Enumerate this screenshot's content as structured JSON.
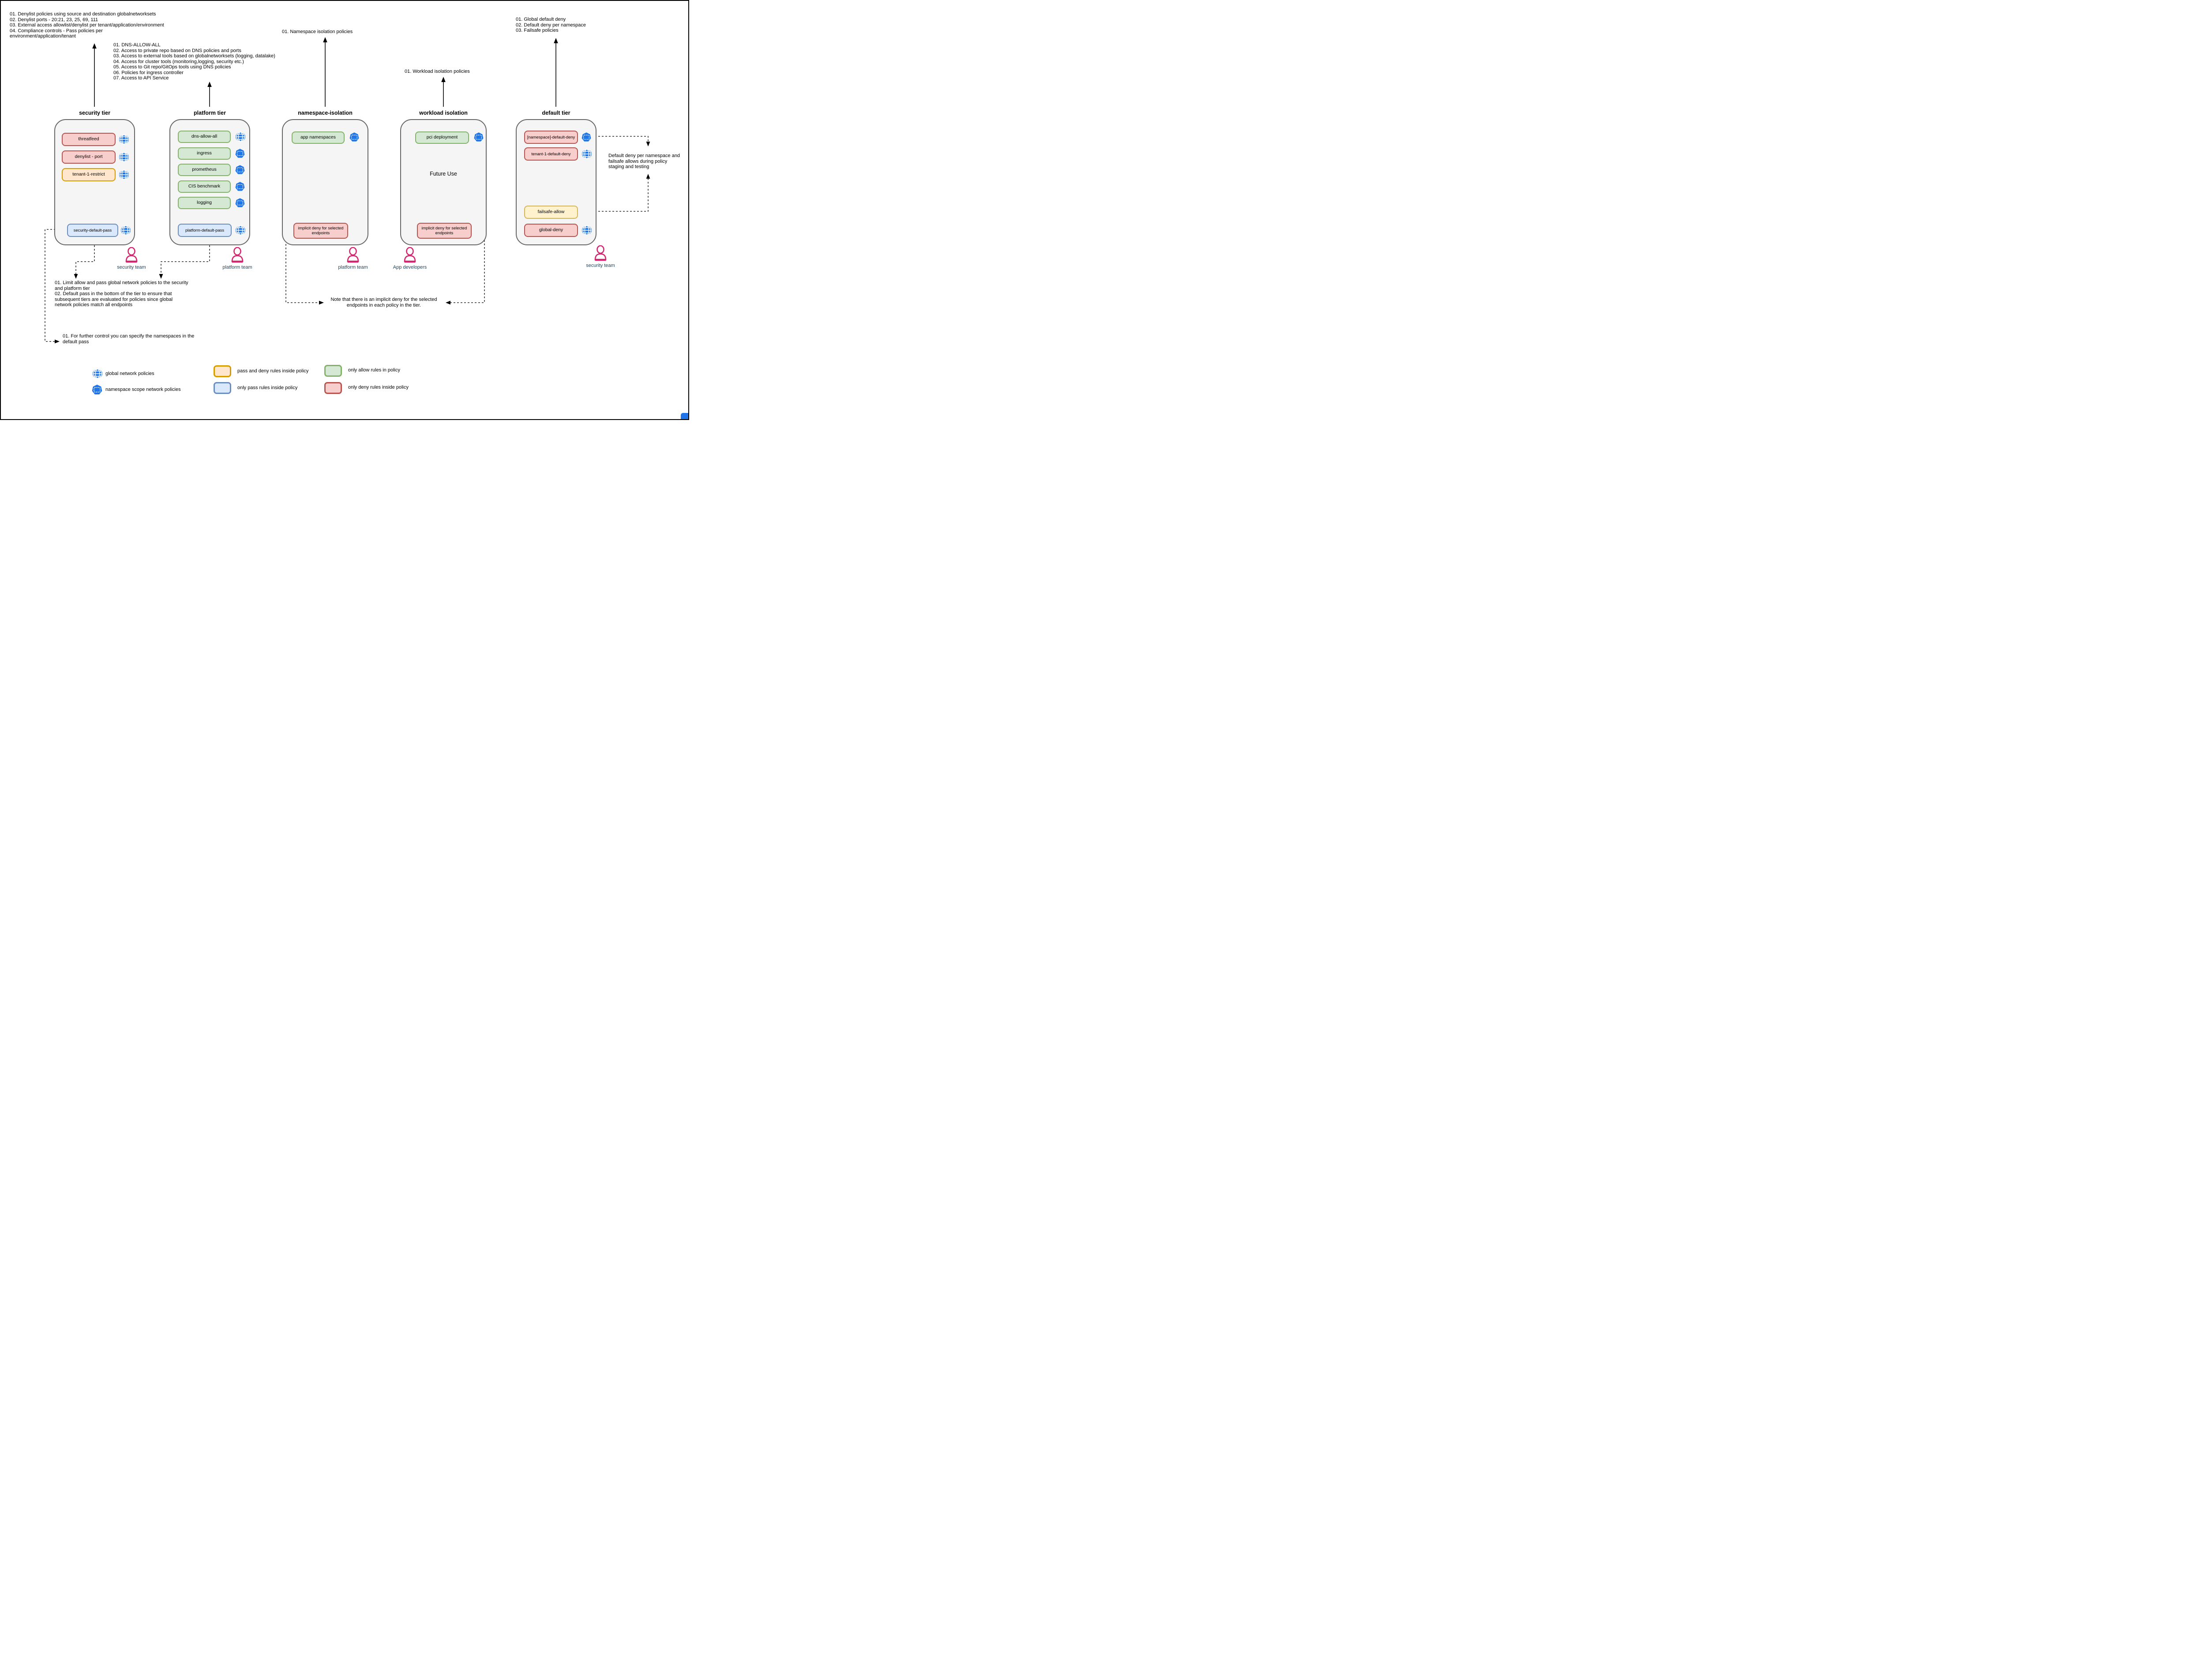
{
  "colors": {
    "deny_fill": "#f8cecc",
    "deny_border": "#b85450",
    "allow_fill": "#d5e8d4",
    "allow_border": "#82b366",
    "pass_fill": "#dae8fc",
    "pass_border": "#6c8ebf",
    "pass_deny_fill": "#ffe6cc",
    "pass_deny_border": "#d79b00",
    "failsafe_fill": "#fff2cc",
    "failsafe_border": "#d6b656",
    "tier_fill": "#f5f5f5",
    "tier_border": "#666666",
    "icon_blue": "#1f76e8",
    "person_pink": "#d6246e",
    "team_label_color": "#23455d"
  },
  "annotations": {
    "security_tier_note": "01. Denylist policies using source and destination globalnetworksets\n02. Denylist ports - 20:21, 23, 25, 69, 111\n03. External access allowlist/denylist per tenant/application/environment\n04. Compliance controls - Pass policies per\nenvironment/application/tenant",
    "platform_tier_note": "01. DNS-ALLOW-ALL\n02. Access to private repo based on DNS policies and ports\n03. Access to external tools based on globalnetworksets (logging, datalake)\n04. Access for cluster tools (monitoring,logging, security etc.)\n05. Access to Git repo/GitOps tools using DNS policies\n06. Policies for ingress controller\n07. Access to API Service",
    "namespace_tier_note": "01. Namespace isolation policies",
    "workload_tier_note": "01. Workload isolation policies",
    "default_tier_note": "01. Global default deny\n02. Default deny per namespace\n03. Failsafe policies",
    "limit_pass_note": "01. Limit allow and pass global network policies to the security\nand platform tier\n02. Default pass in the bottom of the tier to ensure that\nsubsequent tiers are evaluated for policies since global\nnetwork policies match all endpoints",
    "further_control_note": "01. For further control you can specify the namespaces in the\ndefault pass",
    "implicit_deny_note": "Note that there is an implicit deny for the selected\nendpoints in each policy in the tier.",
    "staging_note": "Default deny per namespace and\nfailsafe allows during policy\nstaging and testing"
  },
  "tiers": [
    {
      "title": "security tier",
      "items": [
        {
          "label": "threatfeed"
        },
        {
          "label": "denylist - port"
        },
        {
          "label": "tenant-1-restrict"
        },
        {
          "label": "security-default-pass"
        }
      ]
    },
    {
      "title": "platform tier",
      "items": [
        {
          "label": "dns-allow-all"
        },
        {
          "label": "ingress"
        },
        {
          "label": "prometheus"
        },
        {
          "label": "CIS benchmark"
        },
        {
          "label": "logging"
        },
        {
          "label": "platform-default-pass"
        }
      ]
    },
    {
      "title": "namespace-isolation",
      "items": [
        {
          "label": "app namespaces"
        },
        {
          "label": "implicit deny for selected endpoints"
        }
      ]
    },
    {
      "title": "workload isolation",
      "center_label": "Future Use",
      "items": [
        {
          "label": "pci deployment"
        },
        {
          "label": "implicit deny for selected endpoints"
        }
      ]
    },
    {
      "title": "default tier",
      "items": [
        {
          "label": "[namespace]-default-deny"
        },
        {
          "label": "tenant-1-default-deny"
        },
        {
          "label": "failsafe-allow"
        },
        {
          "label": "global-deny"
        }
      ]
    }
  ],
  "teams": [
    {
      "label": "security team"
    },
    {
      "label": "platform team"
    },
    {
      "label": "platform team"
    },
    {
      "label": "App developers"
    },
    {
      "label": "security team"
    }
  ],
  "legend": {
    "global": "global network policies",
    "namespace": "namespace scope network policies",
    "pass_deny": "pass and deny rules inside policy",
    "only_pass": "only pass rules inside policy",
    "only_allow": "only allow rules in policy",
    "only_deny": "only deny rules inside policy"
  }
}
